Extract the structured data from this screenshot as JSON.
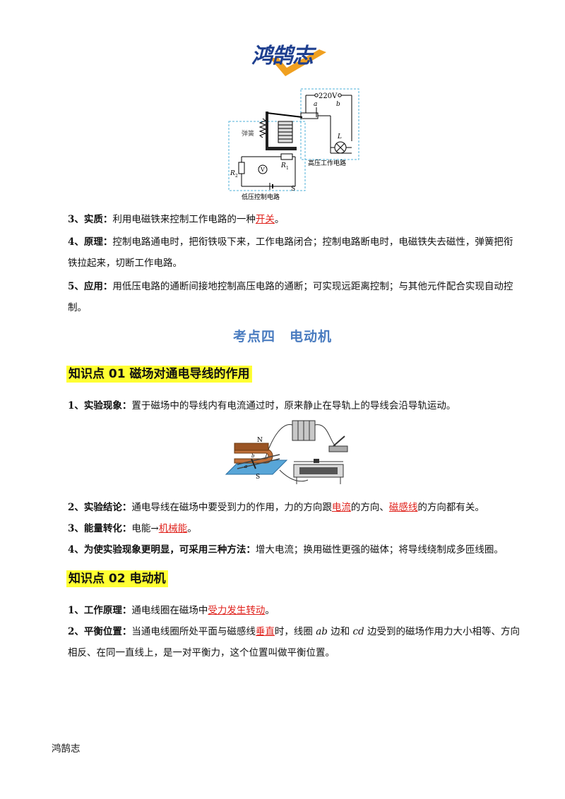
{
  "header": {
    "logo_text": "鸿鹄志"
  },
  "figure1": {
    "voltage_label": "220V",
    "switch_a": "a",
    "switch_b": "b",
    "lamp_label": "L",
    "spring_label": "弹簧",
    "r1_label": "R",
    "r1_sub": "1",
    "r2_label": "R",
    "r2_sub": "2",
    "voltmeter_label": "V",
    "switch_s_label": "S",
    "high_circuit_label": "高压工作电路",
    "low_circuit_label": "低压控制电路"
  },
  "items_top": [
    {
      "num": "3、",
      "title": "实质：",
      "pre": "利用电磁铁来控制工作电路的一种",
      "red": "开关",
      "post": "。"
    },
    {
      "num": "4、",
      "title": "原理：",
      "text": "控制电路通电时，把衔铁吸下来，工作电路闭合；控制电路断电时，电磁铁失去磁性，弹簧把衔铁拉起来，切断工作电路。"
    },
    {
      "num": "5、",
      "title": "应用：",
      "text": "用低压电路的通断间接地控制高压电路的通断；可实现远距离控制；与其他元件配合实现自动控制。"
    }
  ],
  "section_title": "考点四　电动机",
  "kp1": {
    "title": "知识点 01  磁场对通电导线的作用",
    "item1": {
      "num": "1、",
      "title": "实验现象：",
      "text": "置于磁场中的导线内有电流通过时，原来静止在导轨上的导线会沿导轨运动。"
    },
    "figure": {
      "n_label": "N",
      "s_label": "S",
      "a_label": "a",
      "b_label": "b"
    },
    "item2": {
      "num": "2、",
      "title": "实验结论：",
      "pre": "通电导线在磁场中要受到力的作用，力的方向跟",
      "red1": "电流",
      "mid": "的方向、",
      "red2": "磁感线",
      "post": "的方向都有关。"
    },
    "item3": {
      "num": "3、",
      "title": "能量转化：",
      "pre": "电能→",
      "red": "机械能",
      "post": "。"
    },
    "item4": {
      "num": "4、",
      "title": "为使实验现象更明显，可采用三种方法：",
      "text": "增大电流；换用磁性更强的磁体；将导线绕制成多匝线圈。"
    }
  },
  "kp2": {
    "title": "知识点 02  电动机",
    "item1": {
      "num": "1、",
      "title": "工作原理：",
      "pre": "通电线圈在磁场中",
      "red": "受力发生转动",
      "post": "。"
    },
    "item2": {
      "num": "2、",
      "title": "平衡位置：",
      "pre": "当通电线圈所处平面与磁感线",
      "red": "垂直",
      "mid1": "时，线圈 ",
      "ab": "ab",
      "mid2": " 边和 ",
      "cd": "cd",
      "post": " 边受到的磁场作用力大小相等、方向相反、在同一直线上，是一对平衡力，这个位置叫做平衡位置。"
    }
  },
  "footer": {
    "text": "鸿鹄志"
  },
  "colors": {
    "section": "#4a7cc0",
    "highlight": "#ffff33",
    "answer": "#e0221c",
    "logo": "#1e3f8f",
    "logo_accent": "#f0a020"
  }
}
